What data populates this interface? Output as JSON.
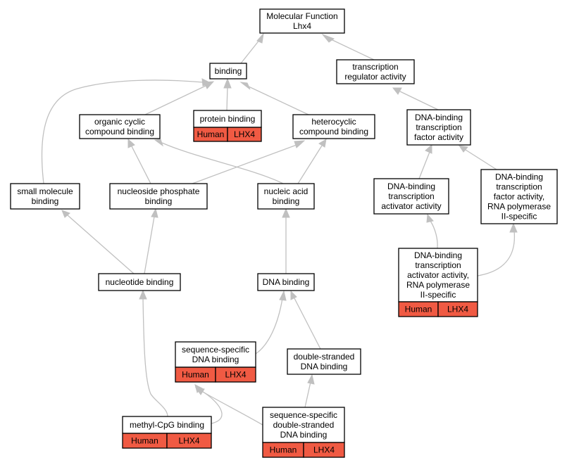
{
  "colors": {
    "annotation_fill": "#f05a43",
    "edge": "#c0c0c0",
    "node_border": "#000000",
    "background": "#ffffff"
  },
  "nodes": {
    "molecular_function": {
      "lines": [
        "Molecular Function",
        "Lhx4"
      ]
    },
    "binding": {
      "lines": [
        "binding"
      ]
    },
    "transcription_regulator_activity": {
      "lines": [
        "transcription",
        "regulator activity"
      ]
    },
    "organic_cyclic_compound_binding": {
      "lines": [
        "organic cyclic",
        "compound binding"
      ]
    },
    "protein_binding": {
      "lines": [
        "protein binding"
      ],
      "annotation": [
        "Human",
        "LHX4"
      ]
    },
    "heterocyclic_compound_binding": {
      "lines": [
        "heterocyclic",
        "compound binding"
      ]
    },
    "dna_binding_tf_activity": {
      "lines": [
        "DNA-binding",
        "transcription",
        "factor activity"
      ]
    },
    "small_molecule_binding": {
      "lines": [
        "small molecule",
        "binding"
      ]
    },
    "nucleoside_phosphate_binding": {
      "lines": [
        "nucleoside phosphate",
        "binding"
      ]
    },
    "nucleic_acid_binding": {
      "lines": [
        "nucleic acid",
        "binding"
      ]
    },
    "dna_binding_ta_activity": {
      "lines": [
        "DNA-binding",
        "transcription",
        "activator activity"
      ]
    },
    "dna_binding_tf_activity_rnap2": {
      "lines": [
        "DNA-binding",
        "transcription",
        "factor activity,",
        "RNA polymerase",
        "II-specific"
      ]
    },
    "dna_binding_ta_activity_rnap2": {
      "lines": [
        "DNA-binding",
        "transcription",
        "activator activity,",
        "RNA polymerase",
        "II-specific"
      ],
      "annotation": [
        "Human",
        "LHX4"
      ]
    },
    "nucleotide_binding": {
      "lines": [
        "nucleotide binding"
      ]
    },
    "dna_binding": {
      "lines": [
        "DNA binding"
      ]
    },
    "sequence_specific_dna_binding": {
      "lines": [
        "sequence-specific",
        "DNA binding"
      ],
      "annotation": [
        "Human",
        "LHX4"
      ]
    },
    "double_stranded_dna_binding": {
      "lines": [
        "double-stranded",
        "DNA binding"
      ]
    },
    "methyl_cpg_binding": {
      "lines": [
        "methyl-CpG binding"
      ],
      "annotation": [
        "Human",
        "LHX4"
      ]
    },
    "seq_specific_ds_dna_binding": {
      "lines": [
        "sequence-specific",
        "double-stranded",
        "DNA binding"
      ],
      "annotation": [
        "Human",
        "LHX4"
      ]
    }
  }
}
